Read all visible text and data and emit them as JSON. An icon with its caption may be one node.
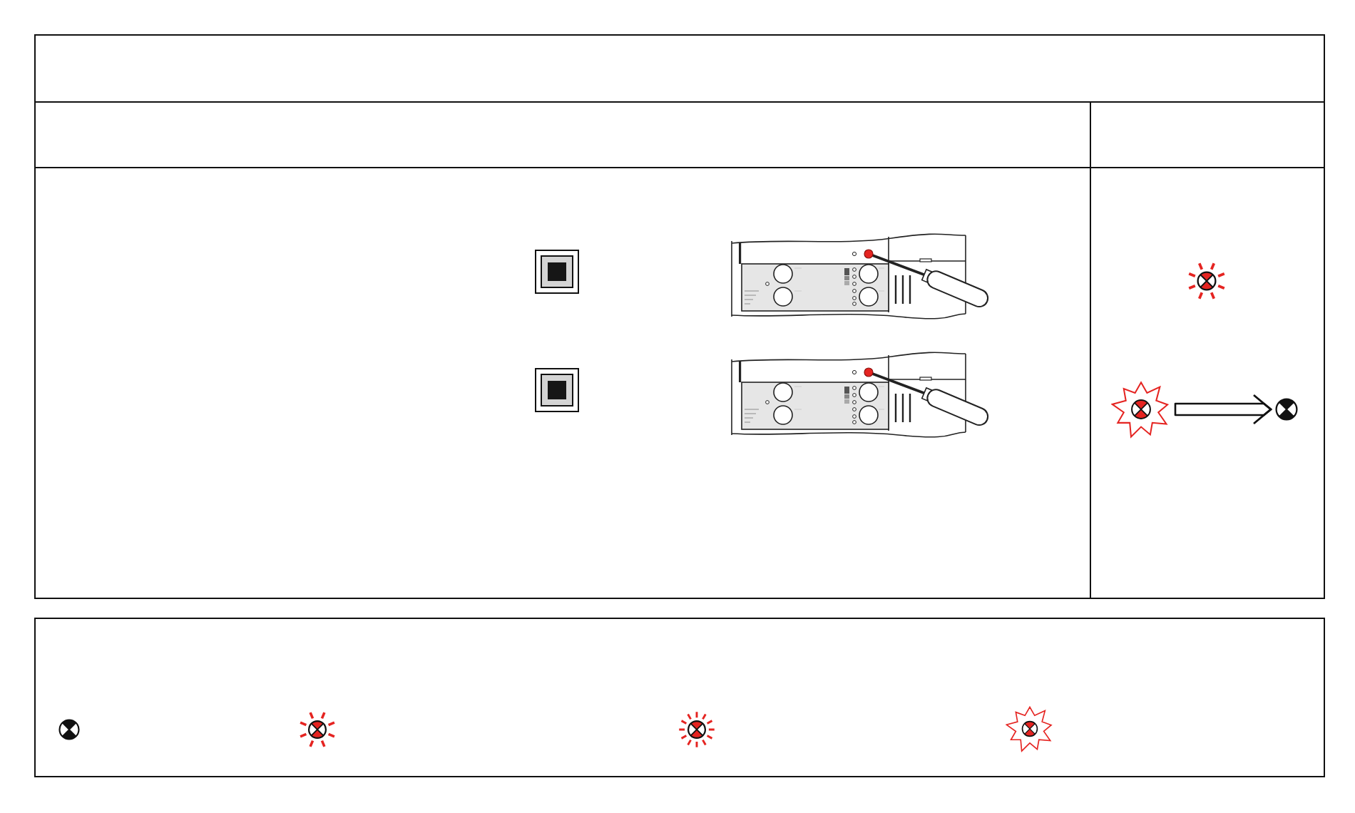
{
  "diagram": {
    "nodes": [
      {
        "text": [],
        "shape": "star"
      },
      {
        "text": [],
        "shape": "circle"
      }
    ],
    "edges": [
      {
        "from": 0,
        "to": 1,
        "arrow": "to"
      }
    ]
  }
}
